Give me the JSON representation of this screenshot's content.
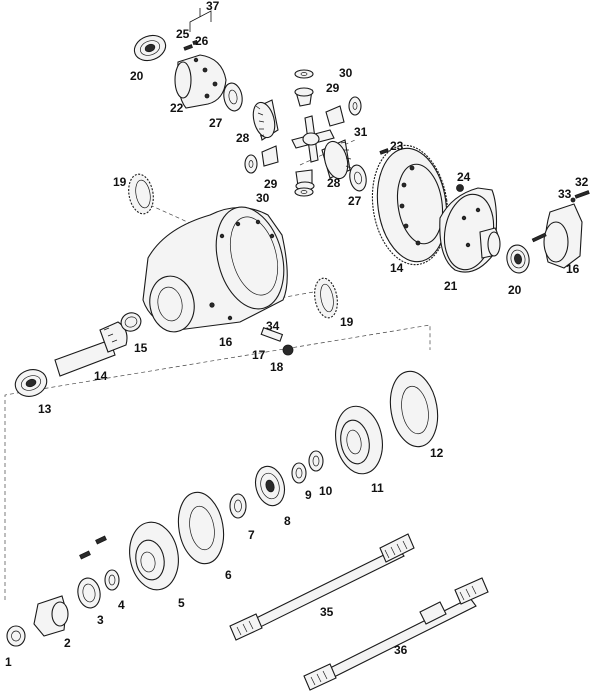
{
  "diagram": {
    "callouts": [
      {
        "id": "c1",
        "text": "1"
      },
      {
        "id": "c2",
        "text": "2"
      },
      {
        "id": "c3",
        "text": "3"
      },
      {
        "id": "c4",
        "text": "4"
      },
      {
        "id": "c5",
        "text": "5"
      },
      {
        "id": "c6",
        "text": "6"
      },
      {
        "id": "c7",
        "text": "7"
      },
      {
        "id": "c8",
        "text": "8"
      },
      {
        "id": "c9",
        "text": "9"
      },
      {
        "id": "c10",
        "text": "10"
      },
      {
        "id": "c11",
        "text": "11"
      },
      {
        "id": "c12",
        "text": "12"
      },
      {
        "id": "c13",
        "text": "13"
      },
      {
        "id": "c14a",
        "text": "14"
      },
      {
        "id": "c14b",
        "text": "14"
      },
      {
        "id": "c15",
        "text": "15"
      },
      {
        "id": "c16a",
        "text": "16"
      },
      {
        "id": "c16b",
        "text": "16"
      },
      {
        "id": "c17",
        "text": "17"
      },
      {
        "id": "c18",
        "text": "18"
      },
      {
        "id": "c19a",
        "text": "19"
      },
      {
        "id": "c19b",
        "text": "19"
      },
      {
        "id": "c20a",
        "text": "20"
      },
      {
        "id": "c20b",
        "text": "20"
      },
      {
        "id": "c21",
        "text": "21"
      },
      {
        "id": "c22",
        "text": "22"
      },
      {
        "id": "c23",
        "text": "23"
      },
      {
        "id": "c24",
        "text": "24"
      },
      {
        "id": "c25",
        "text": "25"
      },
      {
        "id": "c26",
        "text": "26"
      },
      {
        "id": "c27a",
        "text": "27"
      },
      {
        "id": "c27b",
        "text": "27"
      },
      {
        "id": "c28a",
        "text": "28"
      },
      {
        "id": "c28b",
        "text": "28"
      },
      {
        "id": "c29a",
        "text": "29"
      },
      {
        "id": "c29b",
        "text": "29"
      },
      {
        "id": "c30a",
        "text": "30"
      },
      {
        "id": "c30b",
        "text": "30"
      },
      {
        "id": "c31",
        "text": "31"
      },
      {
        "id": "c32",
        "text": "32"
      },
      {
        "id": "c33",
        "text": "33"
      },
      {
        "id": "c34",
        "text": "34"
      },
      {
        "id": "c35",
        "text": "35"
      },
      {
        "id": "c36",
        "text": "36"
      },
      {
        "id": "c37",
        "text": "37"
      }
    ]
  }
}
